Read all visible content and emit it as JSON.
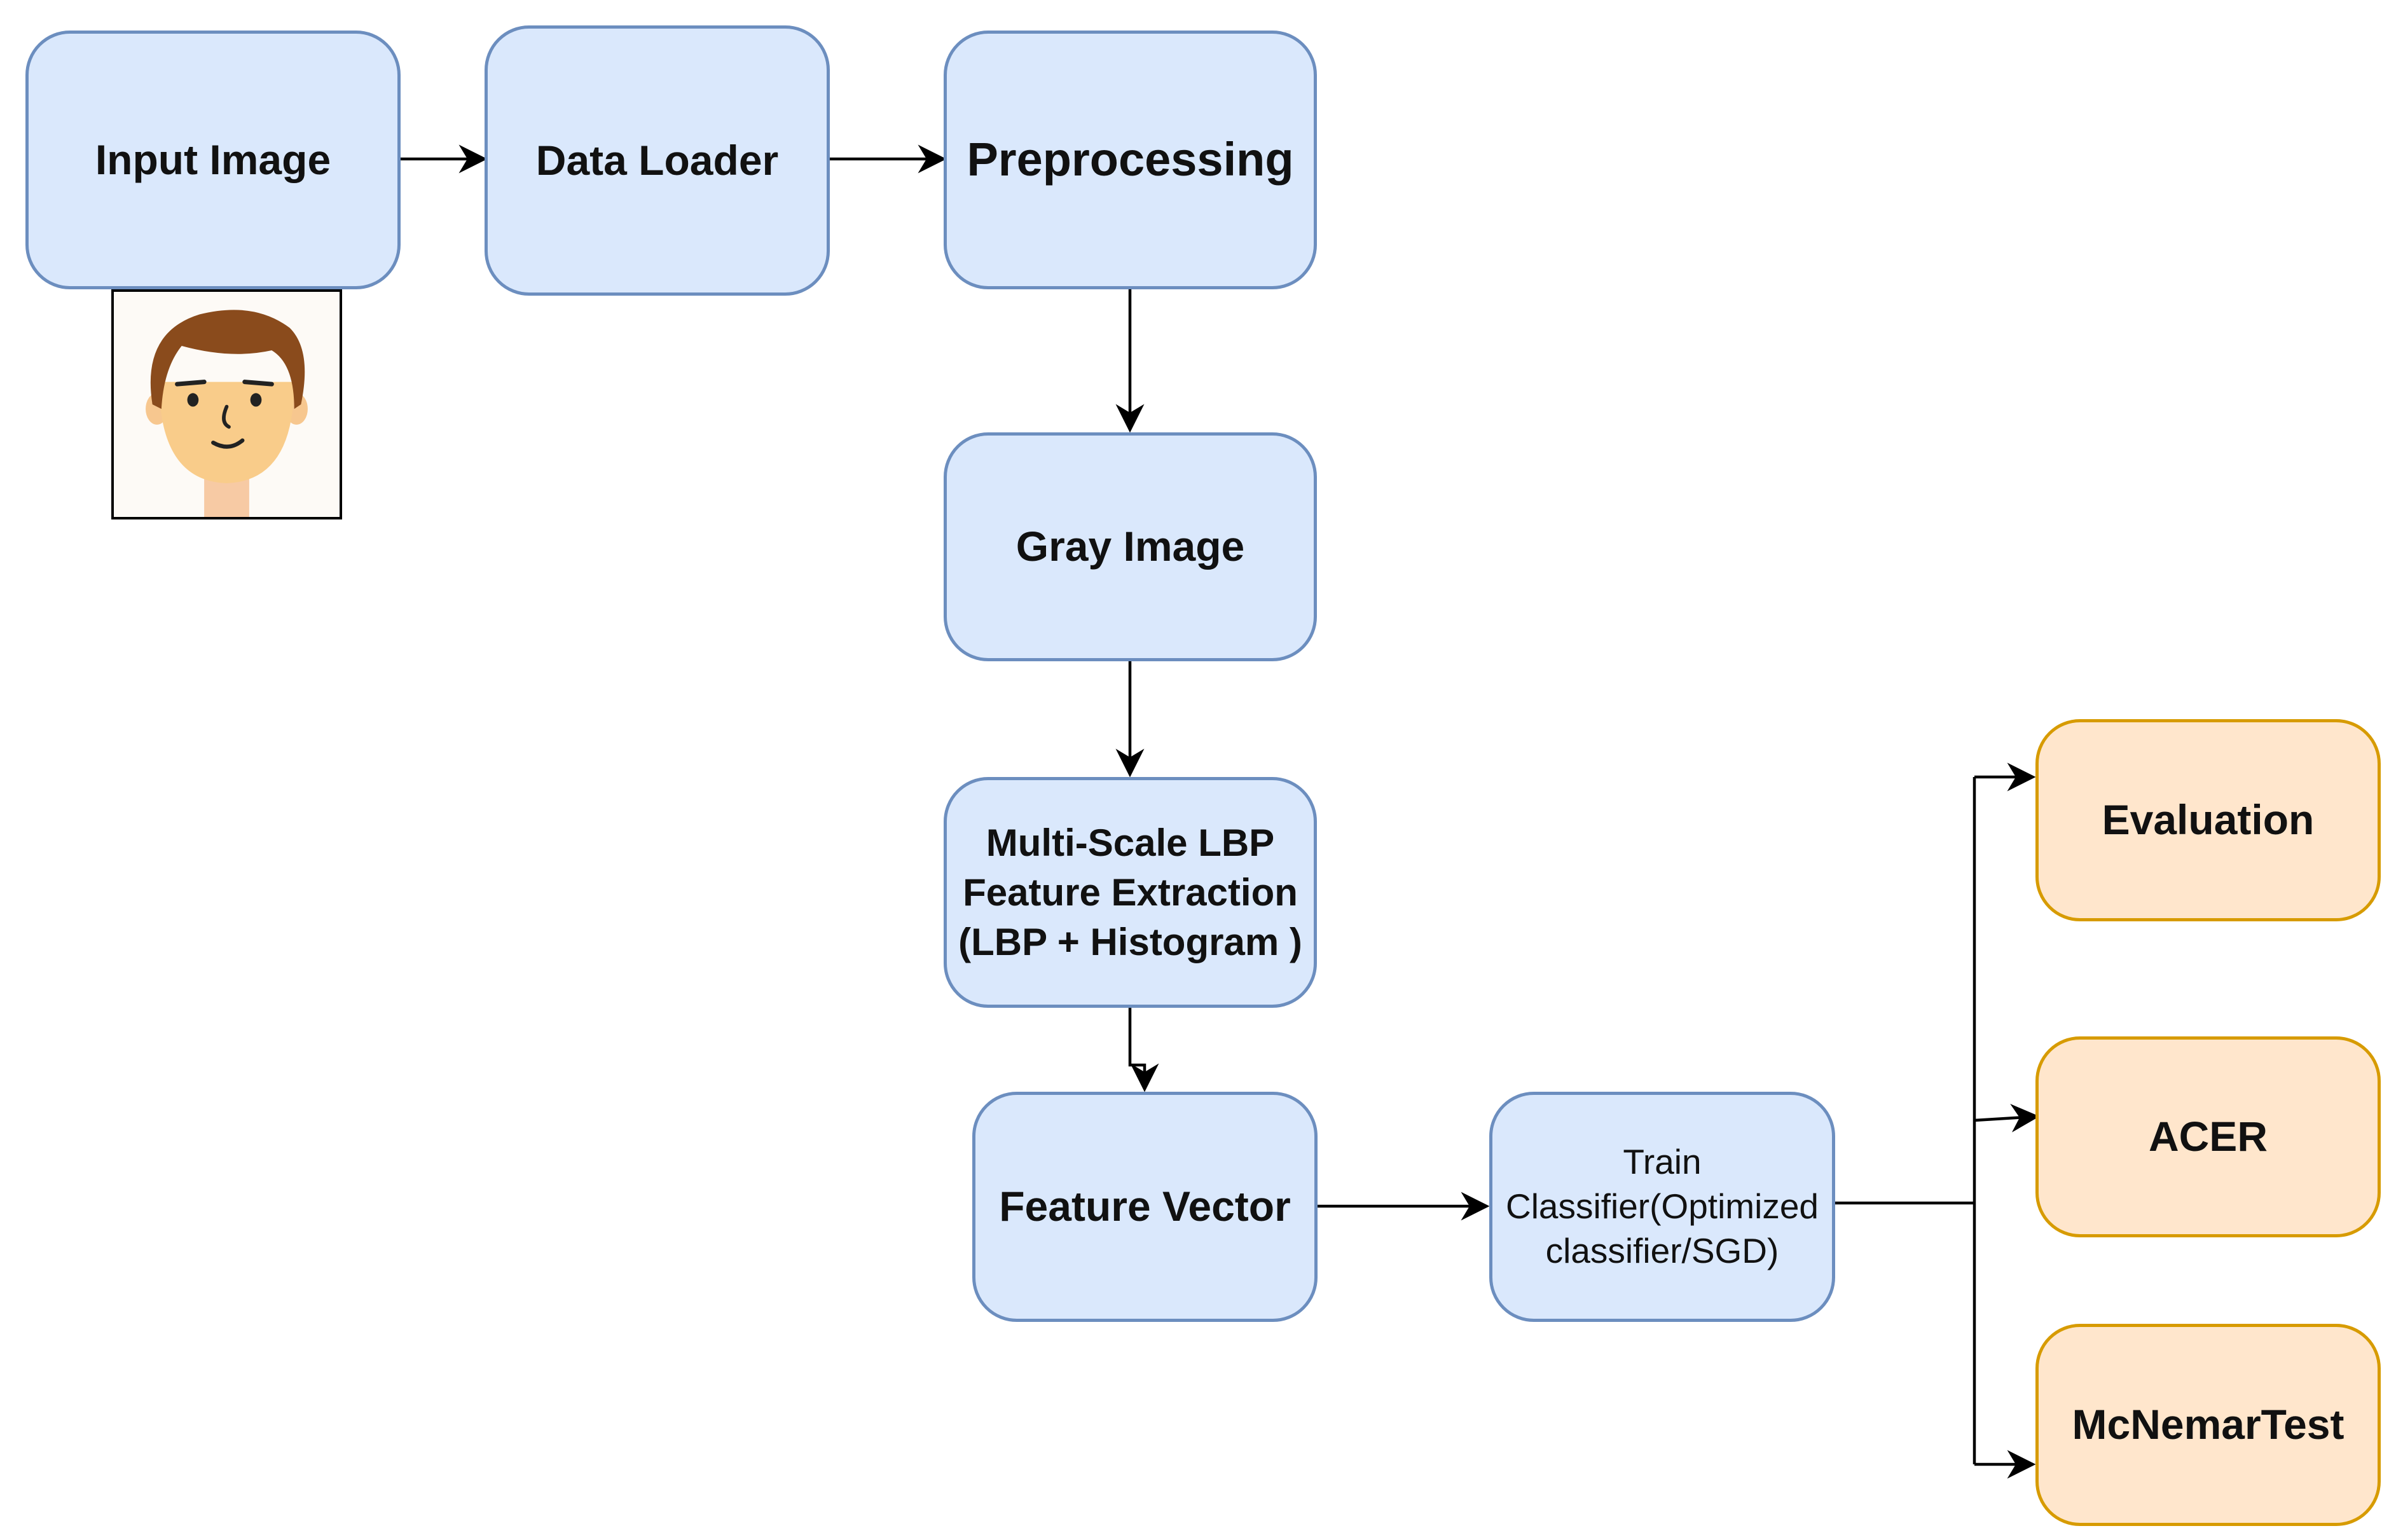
{
  "colors": {
    "blue_fill": "#dae8fc",
    "blue_stroke": "#6c8ebf",
    "orange_fill": "#ffe6cc",
    "orange_stroke": "#d79b00",
    "arrow": "#000000"
  },
  "nodes": {
    "input_image": "Input Image",
    "data_loader": "Data Loader",
    "preprocessing": "Preprocessing",
    "gray_image": "Gray Image",
    "lbp": "Multi-Scale LBP\nFeature Extraction\n(LBP + Histogram )",
    "feature_vector": "Feature Vector",
    "train_classifier": "Train\nClassifier(Optimized\nclassifier/SGD)",
    "evaluation": "Evaluation",
    "acer": "ACER",
    "mcnemar": "McNemarTest"
  },
  "face_icon": "cartoon-face-icon"
}
